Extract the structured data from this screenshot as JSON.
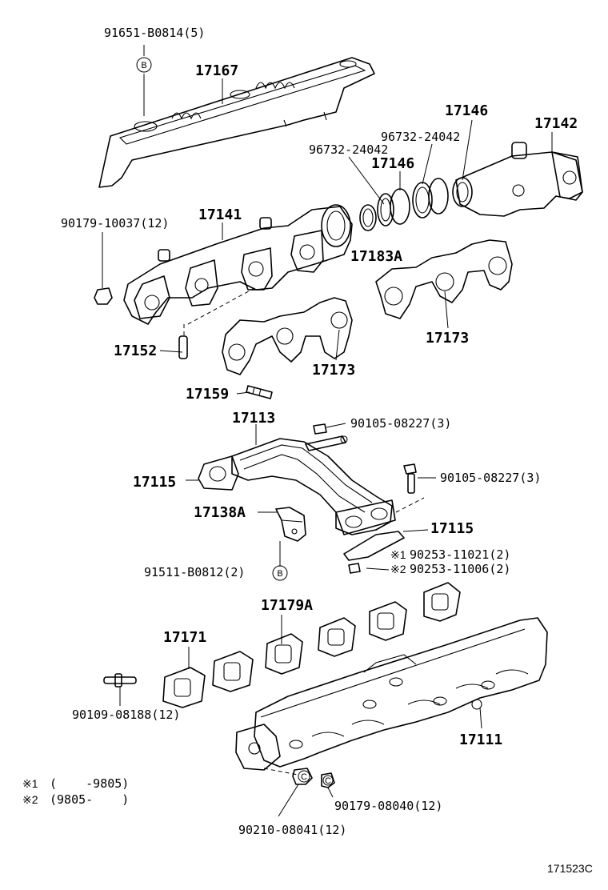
{
  "parts": {
    "p91651": "91651-B0814(5)",
    "p17167": "17167",
    "p17146a": "17146",
    "p17142": "17142",
    "p96732a": "96732-24042",
    "p96732b": "96732-24042",
    "p17146b": "17146",
    "p90179a": "90179-10037(12)",
    "p17141": "17141",
    "p17183a": "17183A",
    "p17152": "17152",
    "p17173a": "17173",
    "p17173b": "17173",
    "p17159": "17159",
    "p17113": "17113",
    "p90105a": "90105-08227(3)",
    "p90105b": "90105-08227(3)",
    "p17115a": "17115",
    "p17138a": "17138A",
    "p17115b": "17115",
    "p90253a": "90253-11021(2)",
    "p90253b": "90253-11006(2)",
    "p91511": "91511-B0812(2)",
    "p17179a": "17179A",
    "p17171": "17171",
    "p90109": "90109-08188(12)",
    "p17111": "17111",
    "p90179b": "90179-08040(12)",
    "p90210": "90210-08041(12)"
  },
  "markers": {
    "b1": "B",
    "b2": "B",
    "c1": "C",
    "c2": "C",
    "ast1": "※1",
    "ast2": "※2"
  },
  "notes": {
    "n1_mark": "※1",
    "n1_text": "(    -9805)",
    "n2_mark": "※2",
    "n2_text": "(9805-    )"
  },
  "figure_ref": "171523C"
}
